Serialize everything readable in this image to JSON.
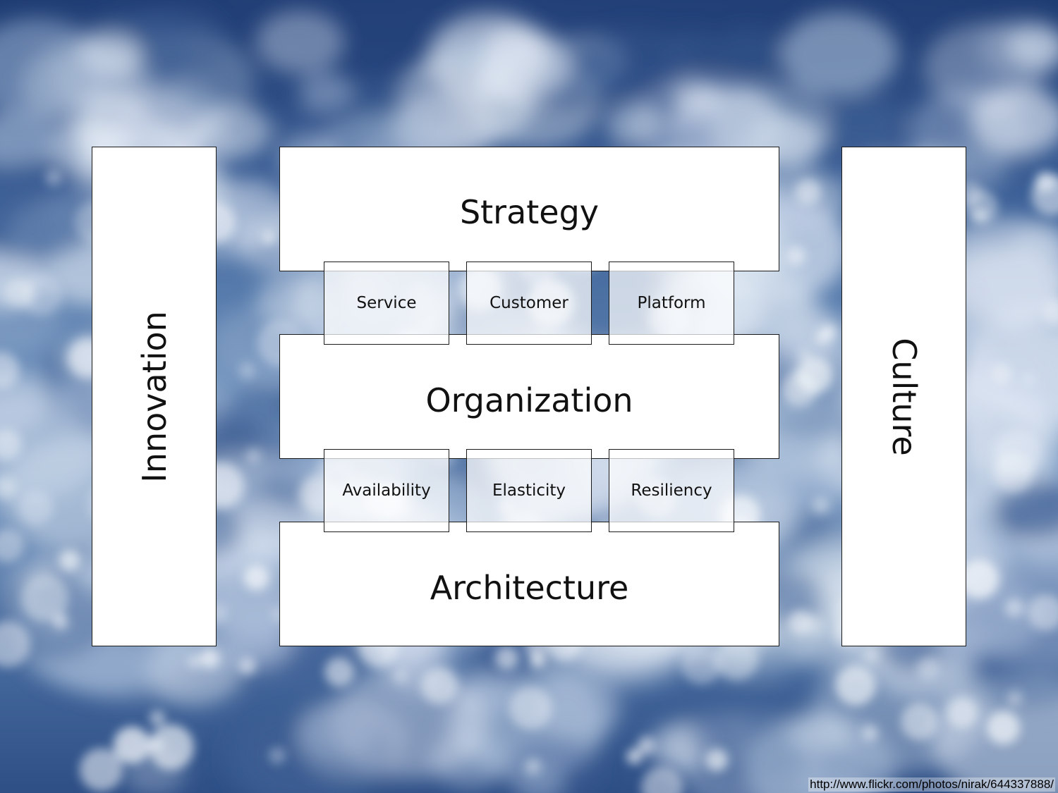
{
  "diagram": {
    "top": "Strategy",
    "middle": "Organization",
    "bottom": "Architecture",
    "left_pillar": "Innovation",
    "right_pillar": "Culture",
    "upper_connectors": [
      "Service",
      "Customer",
      "Platform"
    ],
    "lower_connectors": [
      "Availability",
      "Elasticity",
      "Resiliency"
    ]
  },
  "image_credit": "http://www.flickr.com/photos/nirak/644337888/",
  "colors": {
    "sky_dark": "#1f3c72",
    "sky_mid": "#6f91bc",
    "box_fill": "#ffffff",
    "box_border": "#1a1a1a",
    "text": "#111111"
  }
}
